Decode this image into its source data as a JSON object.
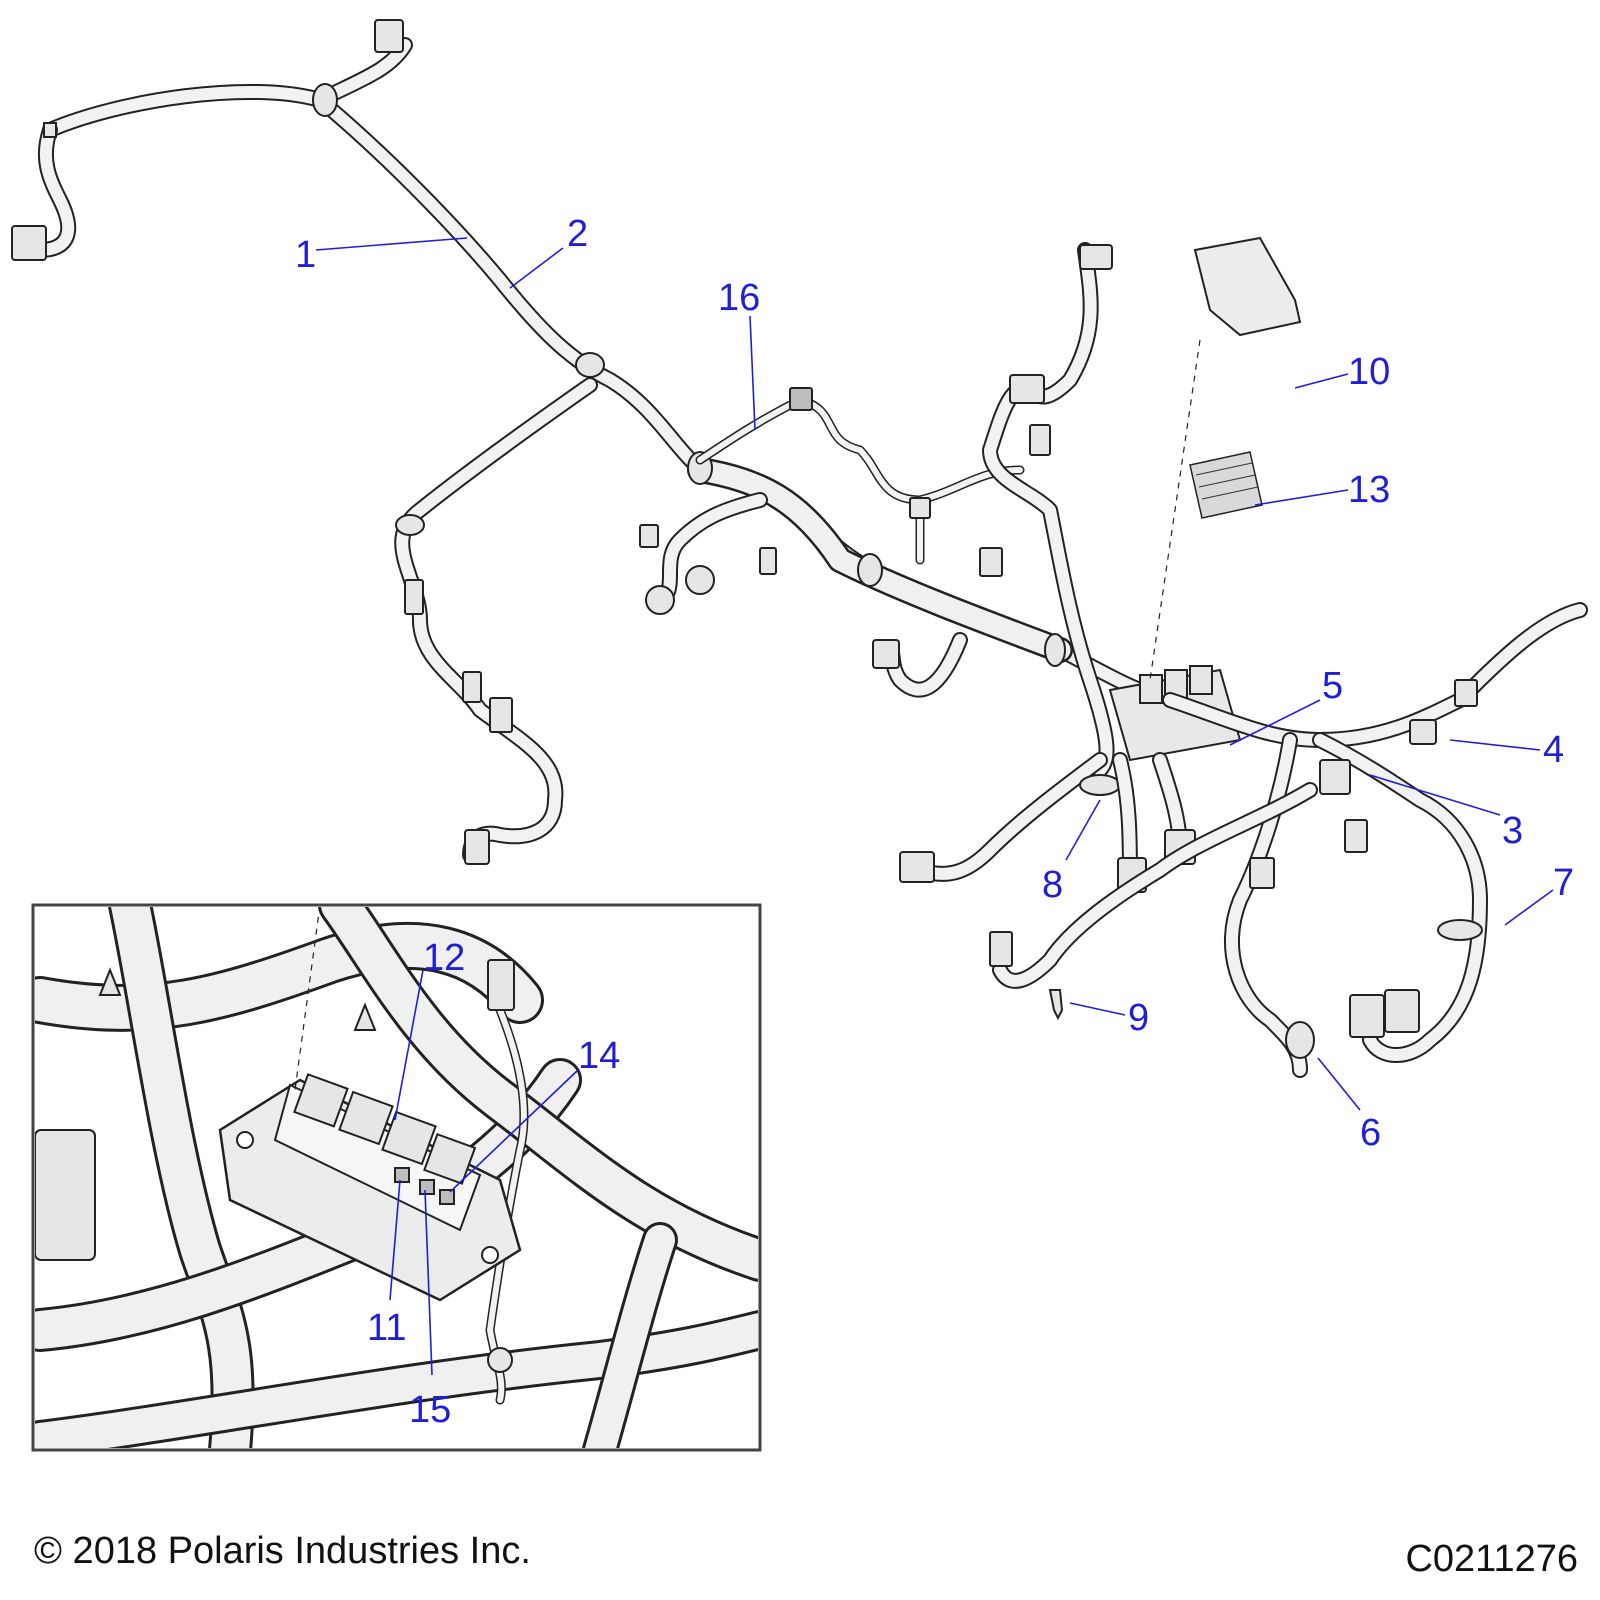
{
  "callouts": {
    "c1": "1",
    "c2": "2",
    "c3": "3",
    "c4": "4",
    "c5": "5",
    "c6": "6",
    "c7": "7",
    "c8": "8",
    "c9": "9",
    "c10": "10",
    "c11": "11",
    "c12": "12",
    "c13": "13",
    "c14": "14",
    "c15": "15",
    "c16": "16"
  },
  "footer": {
    "copyright": "© 2018 Polaris Industries Inc.",
    "figure_id": "C0211276"
  },
  "colors": {
    "callout": "#1f1fd6",
    "line_art": "#222222",
    "part_fill": "#f2f2f2"
  }
}
